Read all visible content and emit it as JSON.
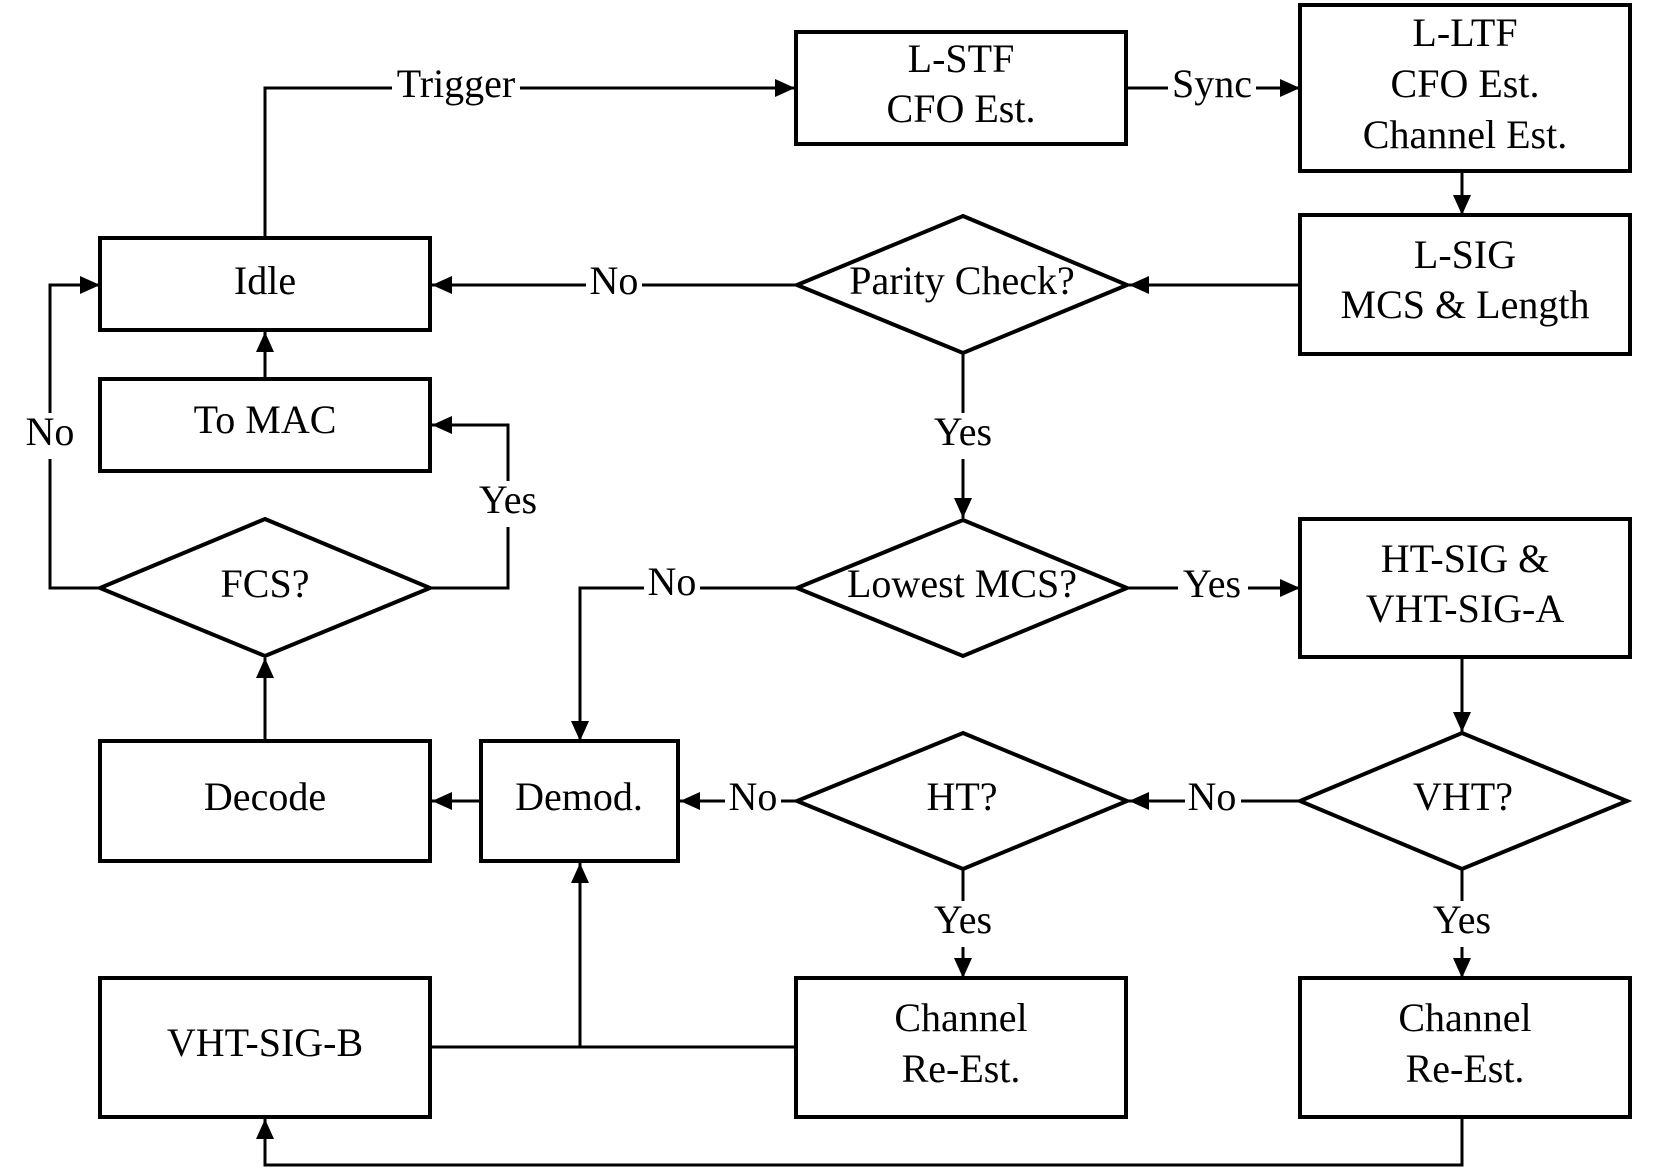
{
  "nodes": {
    "lstf": {
      "lines": [
        "L-STF",
        "CFO Est."
      ]
    },
    "lltf": {
      "lines": [
        "L-LTF",
        "CFO Est.",
        "Channel Est."
      ]
    },
    "lsig": {
      "lines": [
        "L-SIG",
        "MCS & Length"
      ]
    },
    "idle": {
      "lines": [
        "Idle"
      ]
    },
    "tomac": {
      "lines": [
        "To MAC"
      ]
    },
    "parity": {
      "lines": [
        "Parity Check?"
      ]
    },
    "fcs": {
      "lines": [
        "FCS?"
      ]
    },
    "lowestmcs": {
      "lines": [
        "Lowest MCS?"
      ]
    },
    "htsig": {
      "lines": [
        "HT-SIG &",
        "VHT-SIG-A"
      ]
    },
    "decode": {
      "lines": [
        "Decode"
      ]
    },
    "demod": {
      "lines": [
        "Demod."
      ]
    },
    "ht": {
      "lines": [
        "HT?"
      ]
    },
    "vht": {
      "lines": [
        "VHT?"
      ]
    },
    "vhtsigb": {
      "lines": [
        "VHT-SIG-B"
      ]
    },
    "chanreest1": {
      "lines": [
        "Channel",
        "Re-Est."
      ]
    },
    "chanreest2": {
      "lines": [
        "Channel",
        "Re-Est."
      ]
    }
  },
  "edge_labels": {
    "trigger": "Trigger",
    "sync": "Sync",
    "parity_no": "No",
    "parity_yes": "Yes",
    "fcs_no": "No",
    "fcs_yes": "Yes",
    "lowest_no": "No",
    "lowest_yes": "Yes",
    "ht_no": "No",
    "ht_yes": "Yes",
    "vht_no": "No",
    "vht_yes": "Yes"
  }
}
